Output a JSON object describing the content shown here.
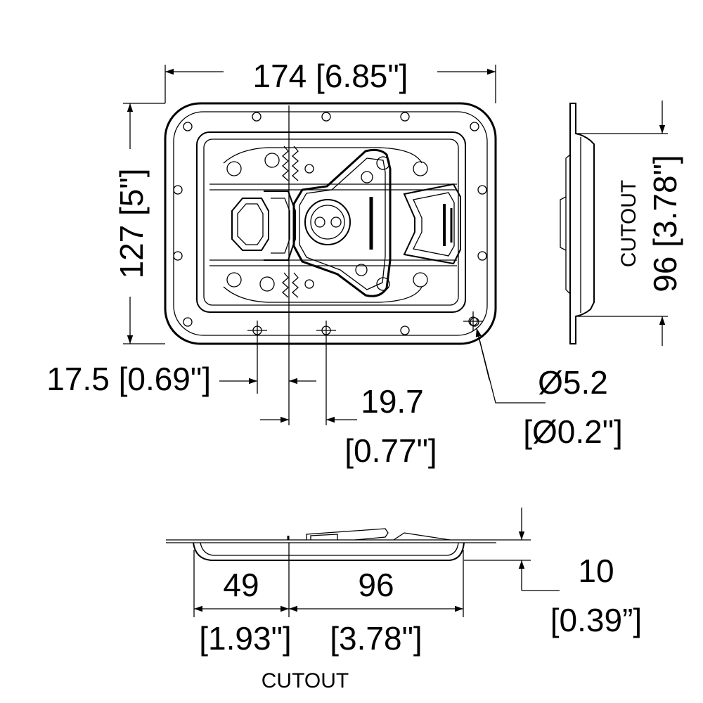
{
  "dimensions": {
    "width_total": "174 [6.85\"]",
    "height_total": "127 [5\"]",
    "offset_left": "17.5 [0.69\"]",
    "offset_right_value": "19.7",
    "offset_right_inch": "[0.77\"]",
    "hole_dia_mm": "Ø5.2",
    "hole_dia_in": "[Ø0.2\"]",
    "cutout_label_side": "CUTOUT",
    "cutout_height": "96 [3.78\"]",
    "depth_value": "10",
    "depth_inch": "[0.39”]",
    "bottom_left_value": "49",
    "bottom_left_inch": "[1.93\"]",
    "bottom_right_value": "96",
    "bottom_right_inch": "[3.78\"]",
    "cutout_label_bottom": "CUTOUT"
  },
  "colors": {
    "line": "#000000",
    "background": "#ffffff"
  }
}
